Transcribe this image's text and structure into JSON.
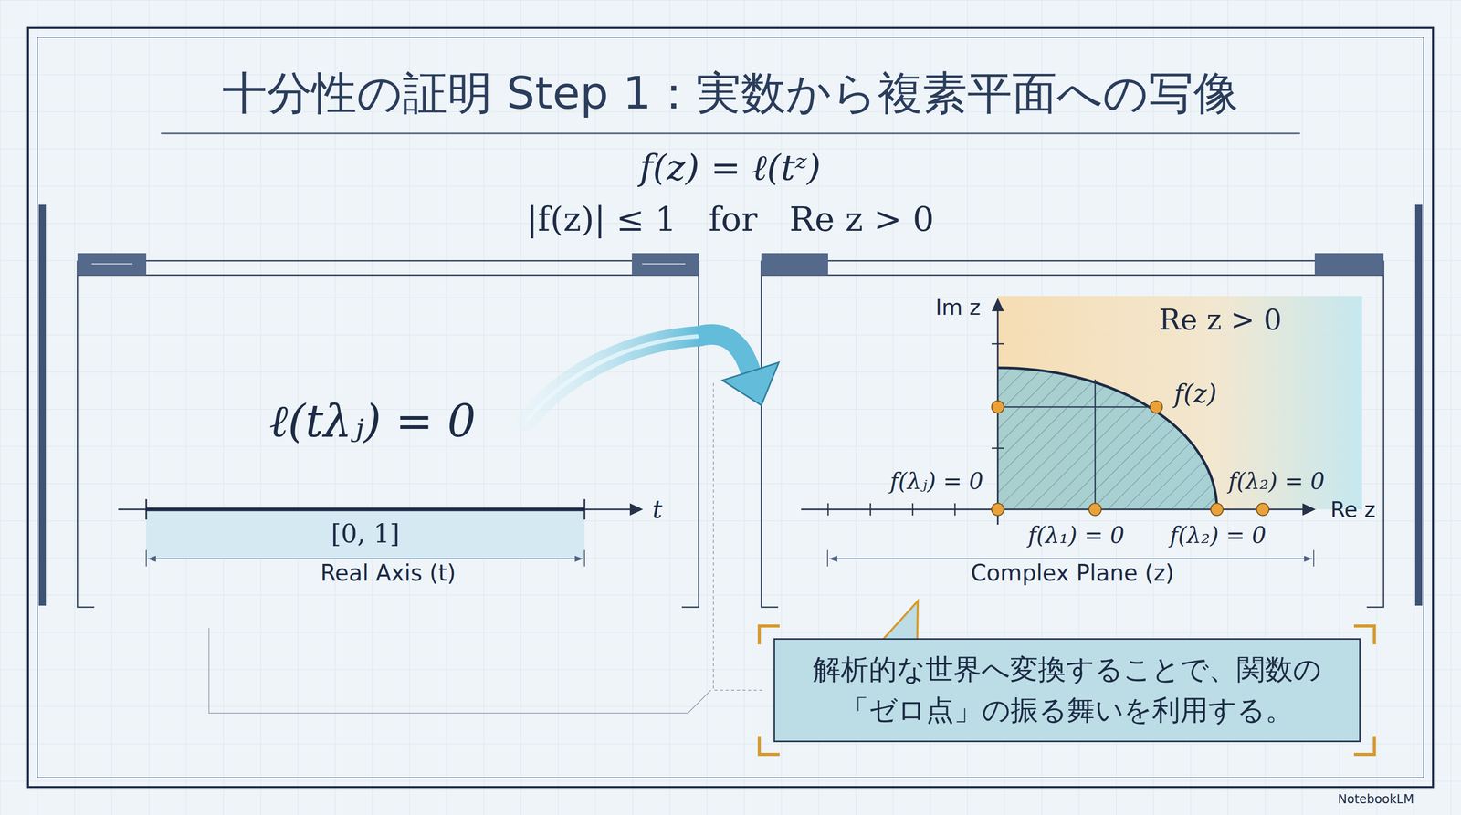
{
  "diagram": {
    "title": "十分性の証明 Step 1：実数から複素平面への写像",
    "nodes": [
      {
        "text": [
          "Real Axis (t)"
        ]
      },
      {
        "text": [
          "Complex Plane (z)"
        ]
      },
      {
        "text": [
          "解析的な世界へ変換することで、関数の「ゼロ点」の振る舞いを利用する。"
        ]
      }
    ],
    "edges": [
      {
        "from": 0,
        "to": 1,
        "arrow": "to"
      }
    ],
    "labels": [
      "f(z) = ℓ(tᶻ)",
      "|f(z)| ≤ 1   for   Re z > 0",
      "ℓ(tλⱼ) = 0",
      "[0, 1]",
      "t",
      "Im z",
      "Re z > 0",
      "f(z)",
      "f(λⱼ) = 0",
      "f(λ₂) = 0",
      "f(λ₁) = 0",
      "f(λ₂) = 0",
      "Re z",
      "NotebookLM"
    ]
  }
}
